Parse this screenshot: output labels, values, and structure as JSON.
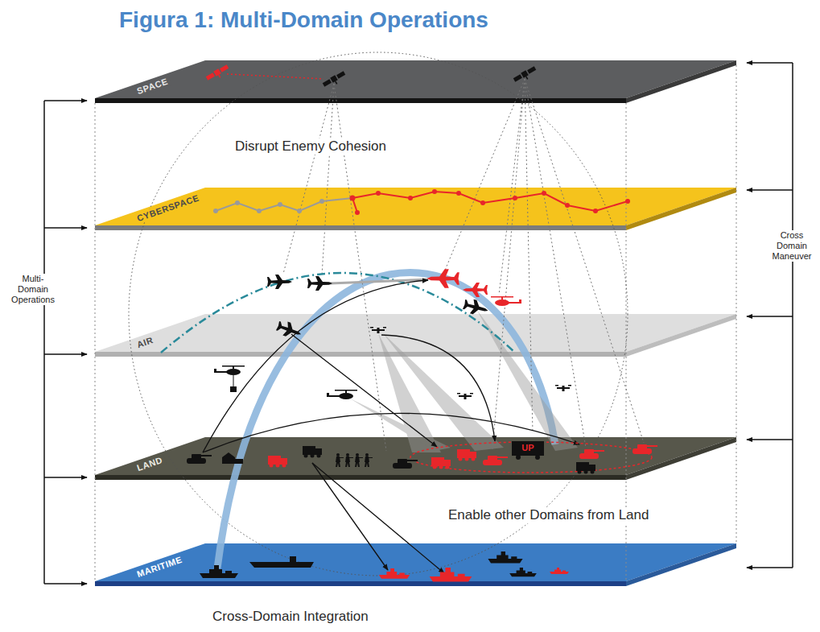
{
  "diagram": {
    "title": "Figura 1: Multi-Domain Operations",
    "nodes": [
      {
        "text": [
          "SPACE"
        ]
      },
      {
        "text": [
          "CYBERSPACE"
        ]
      },
      {
        "text": [
          "AIR"
        ]
      },
      {
        "text": [
          "LAND"
        ]
      },
      {
        "text": [
          "MARITIME"
        ]
      }
    ],
    "labels": [
      "Disrupt Enemy Cohesion",
      "Multi-Domain Operations",
      "Cross Domain Maneuver",
      "UP",
      "Enable other Domains from Land",
      "Cross-Domain Integration"
    ]
  }
}
